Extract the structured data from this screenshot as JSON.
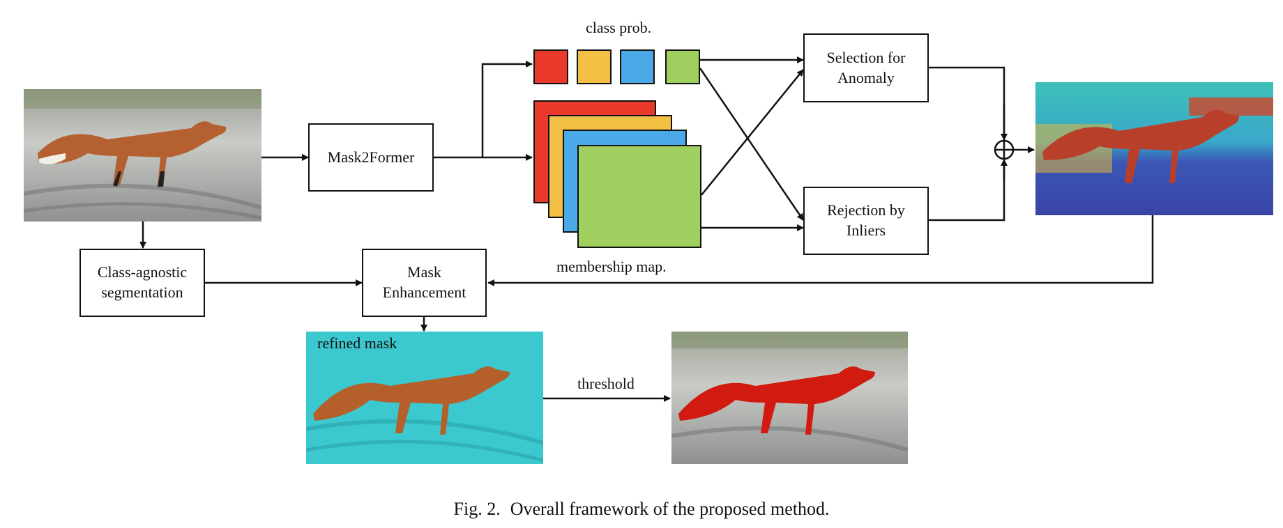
{
  "boxes": {
    "mask2former": "Mask2Former",
    "selection": "Selection for\nAnomaly",
    "rejection": "Rejection by\nInliers",
    "class_agnostic": "Class-agnostic\nsegmentation",
    "mask_enhancement": "Mask\nEnhancement"
  },
  "labels": {
    "class_prob": "class prob.",
    "membership_map": "membership map.",
    "refined_mask": "refined mask",
    "threshold": "threshold"
  },
  "caption": {
    "figure": "Fig. 2.",
    "text": "Overall framework of the proposed method."
  },
  "colors": {
    "red": "#e8392a",
    "yellow": "#f4bf45",
    "blue": "#4aa9e6",
    "green": "#9fcf5f",
    "cyan_mask": "#3cc8cf",
    "fox_orange": "#b5602b",
    "fox_red": "#d11a10",
    "anomaly_blue": "#3a4fb0"
  },
  "icons": {
    "sum_node": "circled-plus-icon",
    "photos": [
      "input-fox-photo",
      "anomaly-heatmap-photo",
      "refined-mask-photo",
      "threshold-result-photo"
    ]
  }
}
